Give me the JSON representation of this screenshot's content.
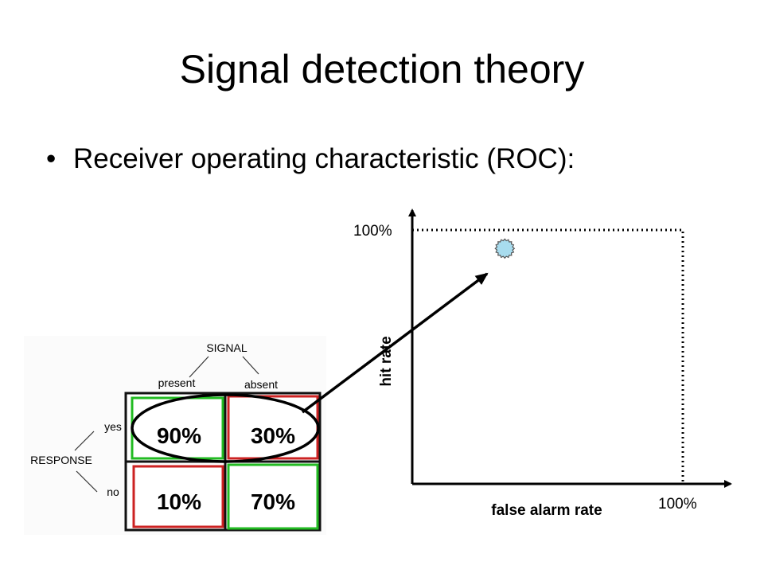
{
  "slide": {
    "title": "Signal detection theory",
    "bullet_marker": "•",
    "bullet_text": "Receiver operating characteristic (ROC):"
  },
  "matrix": {
    "signal_label": "SIGNAL",
    "present_label": "present",
    "absent_label": "absent",
    "response_label": "RESPONSE",
    "yes_label": "yes",
    "no_label": "no",
    "hit": "90%",
    "false_alarm": "30%",
    "miss": "10%",
    "correct_rejection": "70%"
  },
  "roc": {
    "y_label": "hit rate",
    "x_label": "false alarm rate",
    "y_max_label": "100%",
    "x_max_label": "100%",
    "point": {
      "false_alarm_rate": 0.3,
      "hit_rate": 0.9
    }
  },
  "colors": {
    "correct_cell_border": "#22bb22",
    "error_cell_border": "#cc2222",
    "point_fill": "#a8dcee"
  }
}
